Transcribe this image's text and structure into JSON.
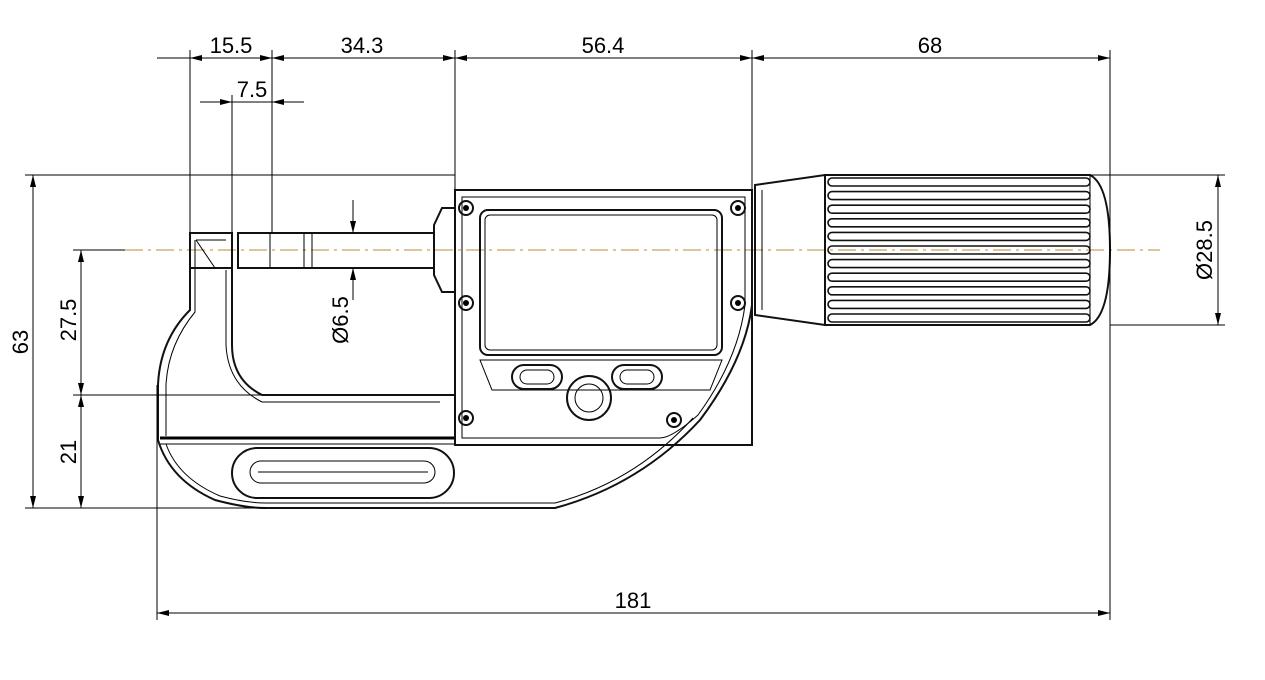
{
  "drawing": {
    "dimensions": {
      "d_15_5": "15.5",
      "d_34_3": "34.3",
      "d_56_4": "56.4",
      "d_68": "68",
      "d_7_5": "7.5",
      "d_6_5": "Ø6.5",
      "d_28_5": "Ø28.5",
      "d_63": "63",
      "d_27_5": "27.5",
      "d_21": "21",
      "d_181": "181"
    }
  }
}
